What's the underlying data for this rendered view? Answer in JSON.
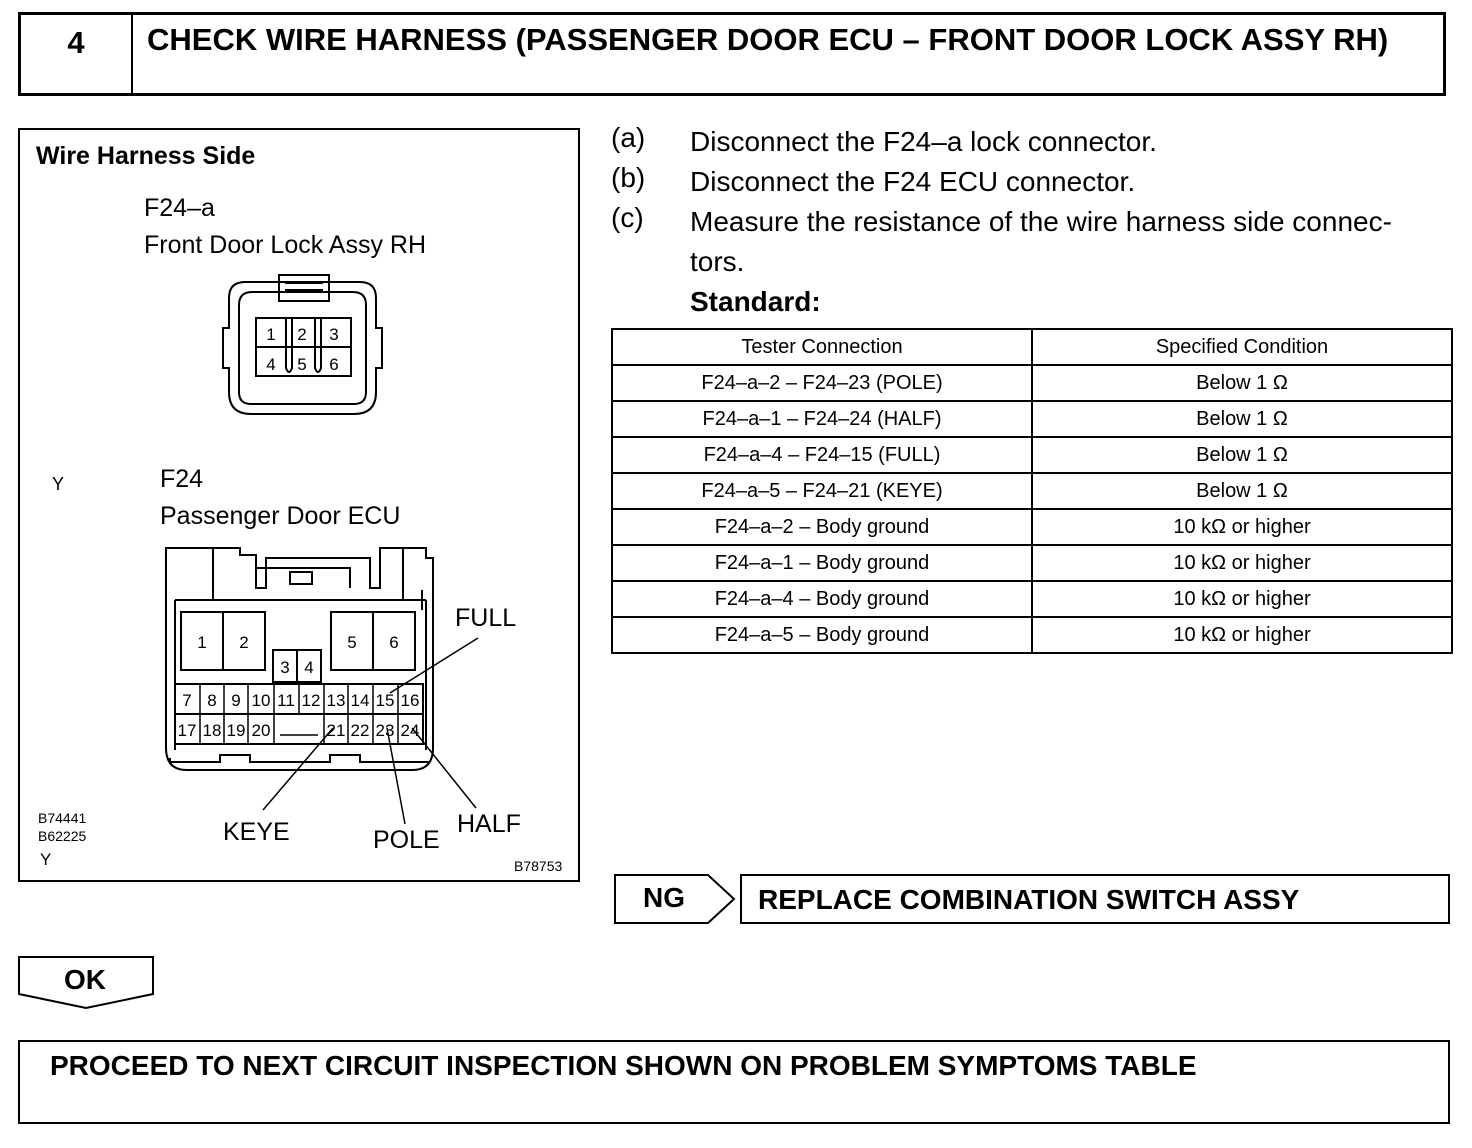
{
  "header": {
    "step_number": "4",
    "title": "CHECK WIRE HARNESS (PASSENGER DOOR ECU – FRONT DOOR LOCK ASSY RH)"
  },
  "figure": {
    "side_label": "Wire Harness Side",
    "connector_a": {
      "code": "F24–a",
      "name": "Front Door Lock Assy RH",
      "pins": [
        "1",
        "2",
        "3",
        "4",
        "5",
        "6"
      ]
    },
    "connector_b": {
      "code": "F24",
      "name": "Passenger Door ECU",
      "pins": [
        "1",
        "2",
        "3",
        "4",
        "5",
        "6",
        "7",
        "8",
        "9",
        "10",
        "11",
        "12",
        "13",
        "14",
        "15",
        "16",
        "17",
        "18",
        "19",
        "20",
        "21",
        "22",
        "23",
        "24"
      ]
    },
    "marker_y": "Y",
    "callouts": {
      "full": "FULL",
      "keye": "KEYE",
      "pole": "POLE",
      "half": "HALF"
    },
    "ref_codes": [
      "B74441",
      "B62225"
    ],
    "ref_y": "Y",
    "figure_id": "B78753"
  },
  "steps": [
    {
      "letter": "(a)",
      "text": "Disconnect the F24–a lock connector."
    },
    {
      "letter": "(b)",
      "text": "Disconnect the F24 ECU connector."
    },
    {
      "letter": "(c)",
      "text_line1": "Measure the resistance of the wire harness side connec-",
      "text_line2": "tors."
    }
  ],
  "standard_label": "Standard:",
  "table": {
    "headers": [
      "Tester Connection",
      "Specified Condition"
    ],
    "rows": [
      [
        "F24–a–2 – F24–23 (POLE)",
        "Below 1 Ω"
      ],
      [
        "F24–a–1 – F24–24 (HALF)",
        "Below 1 Ω"
      ],
      [
        "F24–a–4 – F24–15 (FULL)",
        "Below 1 Ω"
      ],
      [
        "F24–a–5 – F24–21 (KEYE)",
        "Below 1 Ω"
      ],
      [
        "F24–a–2 – Body ground",
        "10 kΩ or higher"
      ],
      [
        "F24–a–1 – Body ground",
        "10 kΩ or higher"
      ],
      [
        "F24–a–4 – Body ground",
        "10 kΩ or higher"
      ],
      [
        "F24–a–5 – Body ground",
        "10 kΩ or higher"
      ]
    ]
  },
  "ng": {
    "label": "NG",
    "action": "REPLACE COMBINATION SWITCH ASSY"
  },
  "ok": {
    "label": "OK"
  },
  "proceed": "PROCEED TO NEXT CIRCUIT INSPECTION SHOWN ON PROBLEM SYMPTOMS TABLE"
}
